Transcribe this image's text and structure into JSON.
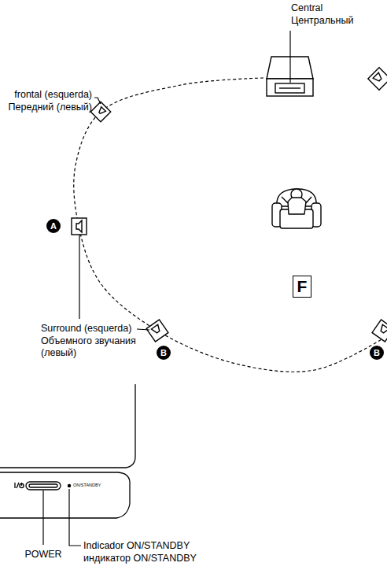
{
  "diagram": {
    "nodes": [
      {
        "text": [
          "A"
        ]
      },
      {
        "text": [
          "F"
        ]
      },
      {
        "text": [
          "B"
        ]
      },
      {
        "text": [
          "B"
        ]
      }
    ],
    "labels": [
      "Central",
      "Центральный",
      "frontal (esquerda)",
      "Передний (левый)",
      "Surround (esquerda)",
      "Объемного звучания (левый)",
      "POWER",
      "Indicador ON/STANDBY",
      "индикатор ON/STANDBY",
      "ON/STANDBY"
    ]
  }
}
